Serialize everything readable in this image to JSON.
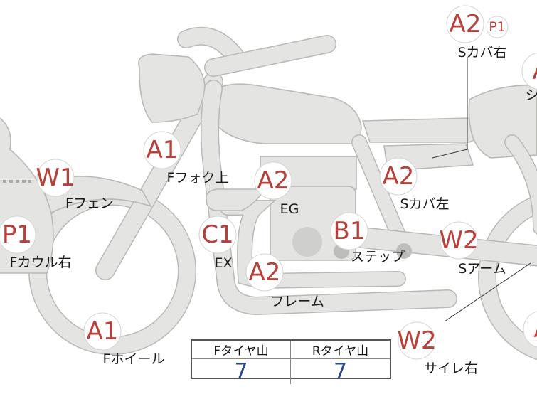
{
  "parts": [
    {
      "id": "s-cover-right",
      "code": "A2",
      "sub": "P1",
      "label": "Sカバ右"
    },
    {
      "id": "seat",
      "code": "A",
      "label": "シ"
    },
    {
      "id": "f-fork-upper",
      "code": "A1",
      "label": "Fフォク上"
    },
    {
      "id": "f-fender",
      "code": "W1",
      "label": "Fフェン"
    },
    {
      "id": "engine",
      "code": "A2",
      "label": "EG"
    },
    {
      "id": "s-cover-left",
      "code": "A2",
      "label": "Sカバ左"
    },
    {
      "id": "f-cowl-right",
      "code": "P1",
      "label": "Fカウル右"
    },
    {
      "id": "exhaust",
      "code": "C1",
      "label": "EX"
    },
    {
      "id": "step",
      "code": "B1",
      "label": "ステップ"
    },
    {
      "id": "s-arm",
      "code": "W2",
      "label": "Sアーム"
    },
    {
      "id": "frame",
      "code": "A2",
      "label": "フレーム"
    },
    {
      "id": "f-wheel",
      "code": "A1",
      "label": "Fホイール"
    },
    {
      "id": "silencer-right",
      "code": "W2",
      "label": "サイレ右"
    },
    {
      "id": "r-wheel",
      "code": "A",
      "label": ""
    }
  ],
  "tire_table": {
    "front_header": "Fタイヤ山",
    "rear_header": "Rタイヤ山",
    "front_value": "7",
    "rear_value": "7"
  },
  "colors": {
    "badge_text": "#b8403a",
    "tire_value": "#2b4a8a",
    "bike_fill": "#e4e4e2",
    "bike_outline": "#b9b9b6"
  }
}
